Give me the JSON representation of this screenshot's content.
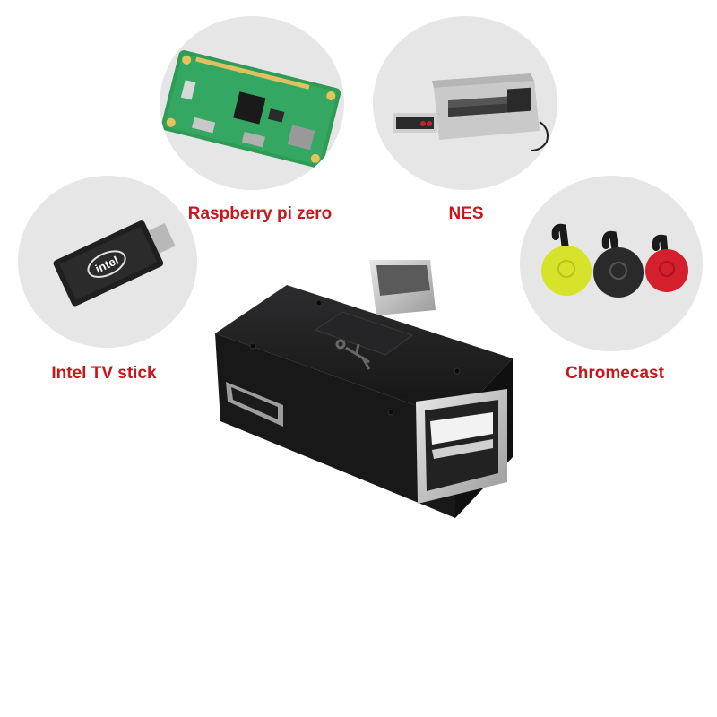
{
  "devices": {
    "raspberry": {
      "label": "Raspberry pi zero"
    },
    "nes": {
      "label": "NES"
    },
    "intel": {
      "label": "Intel TV stick",
      "stick_text": "intel"
    },
    "chromecast": {
      "label": "Chromecast"
    }
  },
  "colors": {
    "label": "#c8161d",
    "circle_bg": "#e6e6e6",
    "adapter_body": "#1c1c1e",
    "pcb_green": "#2e9b57",
    "chromecast_colors": [
      "#d7e22b",
      "#2a2a2a",
      "#d41f2c"
    ]
  }
}
